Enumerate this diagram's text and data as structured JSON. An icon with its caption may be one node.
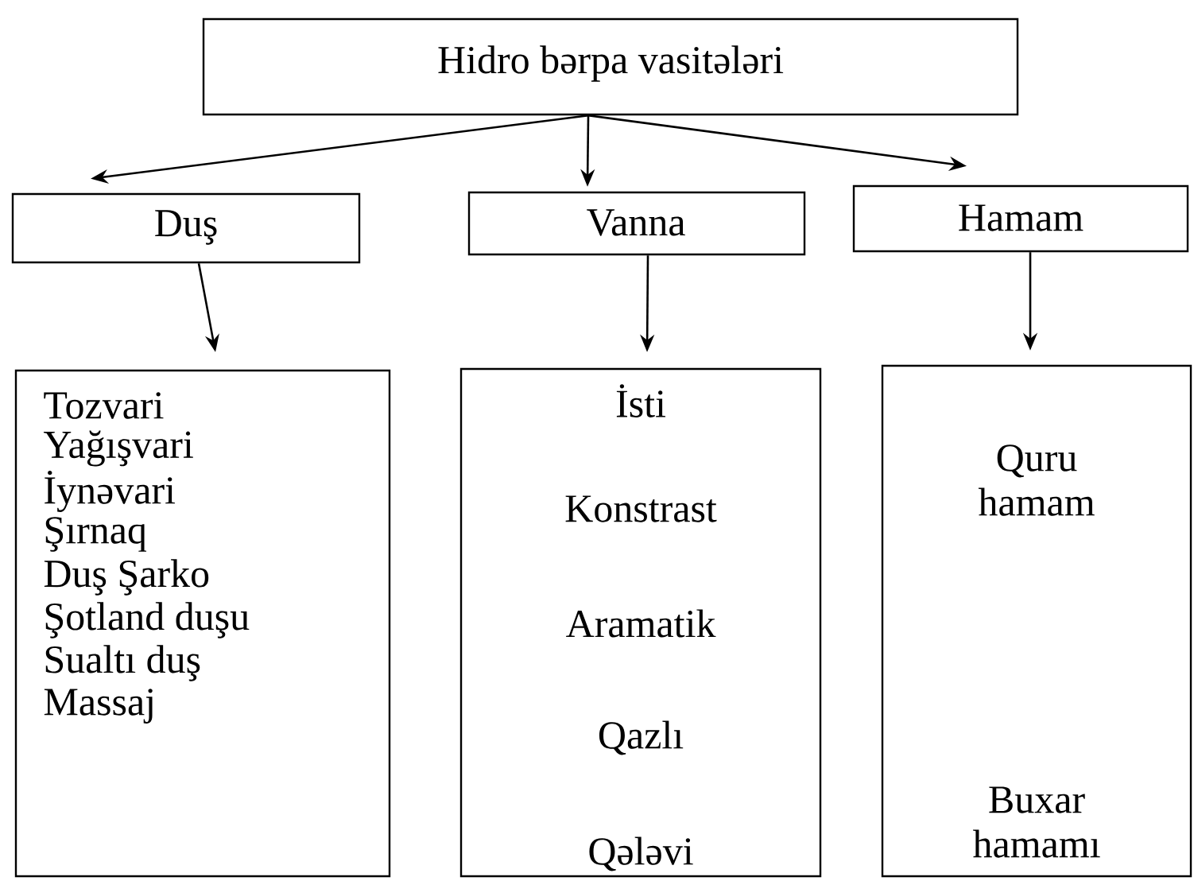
{
  "diagram": {
    "nodes": [
      {
        "text": [
          "Hidro bərpa vasitələri"
        ]
      },
      {
        "text": [
          "Duş"
        ]
      },
      {
        "text": [
          "Vanna"
        ]
      },
      {
        "text": [
          "Hamam"
        ]
      },
      {
        "text": [
          "Tozvari",
          "Yağışvari",
          "İynəvari",
          "Şırnaq",
          "Duş Şarko",
          "Şotland duşu",
          "Sualtı duş",
          "Massaj"
        ]
      },
      {
        "text": [
          "İsti",
          "Konstrast",
          "Aramatik",
          "Qazlı",
          "Qələvi"
        ]
      },
      {
        "text": [
          "Quru hamam",
          "Buxar hamamı"
        ]
      }
    ],
    "edges": [
      {
        "from": 0,
        "to": 1,
        "arrow": "to"
      },
      {
        "from": 0,
        "to": 2,
        "arrow": "to"
      },
      {
        "from": 0,
        "to": 3,
        "arrow": "to"
      },
      {
        "from": 1,
        "to": 4,
        "arrow": "to"
      },
      {
        "from": 2,
        "to": 5,
        "arrow": "to"
      },
      {
        "from": 3,
        "to": 6,
        "arrow": "to"
      }
    ]
  }
}
